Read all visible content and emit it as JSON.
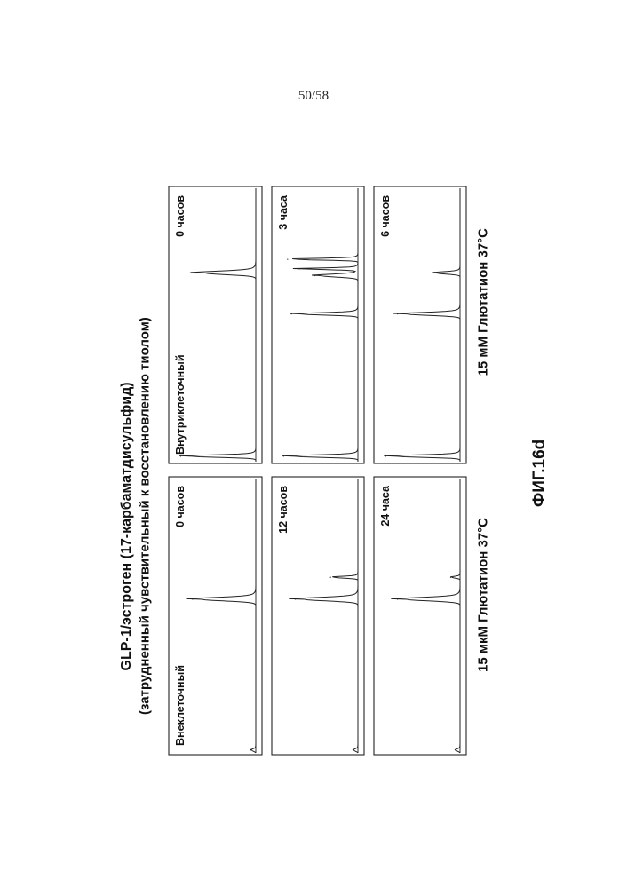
{
  "page_number": "50/58",
  "titles": {
    "line1": "GLP-1/эстроген (17-карбаматдисульфид)",
    "line2": "(затрудненный чувствительный к восстановлению тиолом)"
  },
  "figure_label": "ФИГ.16d",
  "groups": [
    {
      "condition": "15 мкМ Глютатион 37°C",
      "panels": [
        {
          "category": "Внеклеточный",
          "time": "0 часов"
        },
        {
          "category": "",
          "time": "12 часов"
        },
        {
          "category": "",
          "time": "24 часа"
        }
      ]
    },
    {
      "condition": "15 мМ Глютатион 37°C",
      "panels": [
        {
          "category": "Внутриклеточный",
          "time": "0 часов"
        },
        {
          "category": "",
          "time": "3 часа"
        },
        {
          "category": "",
          "time": "6 часов"
        }
      ]
    }
  ],
  "chart_data": {
    "type": "line",
    "title": "GLP-1/эстроген (17-карбаматдисульфид)",
    "subtitle": "(затрудненный чувствительный к восстановлению тиолом)",
    "xlabel": "",
    "ylabel": "",
    "grid": false,
    "orientation": "rotated 90° counter-clockwise (traces run bottom-to-top)",
    "x_range": [
      0,
      1
    ],
    "y_range": [
      0,
      1
    ],
    "series": [
      {
        "condition": "15 мкМ Глютатион 37°C",
        "label": "0 часов",
        "peaks": [
          {
            "x": 0.01,
            "height": 0.06,
            "width": 0.004
          },
          {
            "x": 0.56,
            "height": 0.8,
            "width": 0.006
          }
        ]
      },
      {
        "condition": "15 мкМ Глютатион 37°C",
        "label": "12 часов",
        "peaks": [
          {
            "x": 0.01,
            "height": 0.06,
            "width": 0.004
          },
          {
            "x": 0.56,
            "height": 0.8,
            "width": 0.006
          },
          {
            "x": 0.64,
            "height": 0.35,
            "width": 0.003
          }
        ]
      },
      {
        "condition": "15 мкМ Глютатион 37°C",
        "label": "24 часа",
        "peaks": [
          {
            "x": 0.01,
            "height": 0.06,
            "width": 0.004
          },
          {
            "x": 0.56,
            "height": 0.8,
            "width": 0.006
          },
          {
            "x": 0.64,
            "height": 0.12,
            "width": 0.003
          }
        ]
      },
      {
        "condition": "15 мМ Глютатион 37°C",
        "label": "0 часов",
        "peaks": [
          {
            "x": 0.02,
            "height": 0.95,
            "width": 0.004
          },
          {
            "x": 0.69,
            "height": 0.75,
            "width": 0.006
          }
        ]
      },
      {
        "condition": "15 мМ Глютатион 37°C",
        "label": "3 часа",
        "peaks": [
          {
            "x": 0.02,
            "height": 0.95,
            "width": 0.004
          },
          {
            "x": 0.54,
            "height": 0.85,
            "width": 0.004
          },
          {
            "x": 0.68,
            "height": 0.55,
            "width": 0.005
          },
          {
            "x": 0.705,
            "height": 0.75,
            "width": 0.003
          },
          {
            "x": 0.74,
            "height": 0.9,
            "width": 0.003
          }
        ]
      },
      {
        "condition": "15 мМ Глютатион 37°C",
        "label": "6 часов",
        "peaks": [
          {
            "x": 0.02,
            "height": 0.95,
            "width": 0.004
          },
          {
            "x": 0.54,
            "height": 0.8,
            "width": 0.005
          },
          {
            "x": 0.69,
            "height": 0.35,
            "width": 0.004
          }
        ]
      }
    ]
  }
}
